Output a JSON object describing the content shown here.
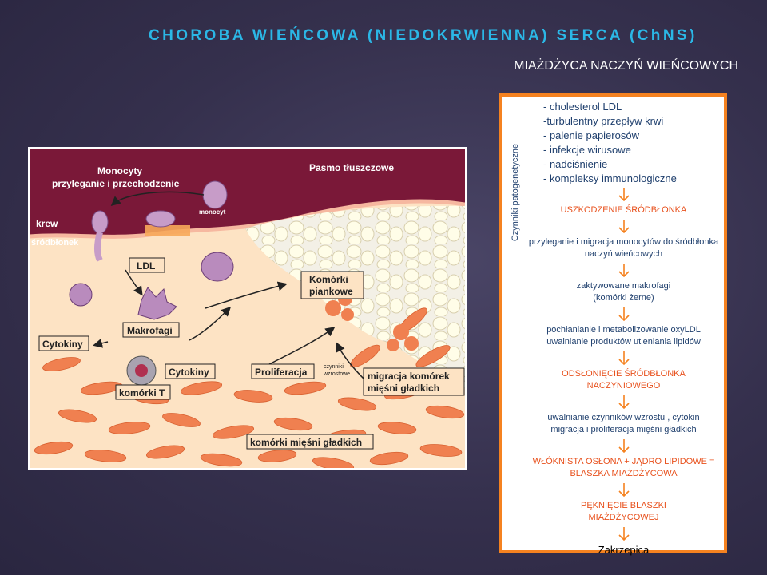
{
  "header": {
    "title": "CHOROBA WIEŃCOWA (NIEDOKRWIENNA) SERCA (ChNS)",
    "subtitle": "MIAŻDŻYCA NACZYŃ WIEŃCOWYCH"
  },
  "illustration": {
    "labels": {
      "monocytes": [
        "Monocyty",
        "przyleganie i przechodzenie"
      ],
      "fatty_streak": "Pasmo tłuszczowe",
      "monocyte": "monocyt",
      "blood": "krew",
      "endothelium": "śródbłonek",
      "ldl": "LDL",
      "foam_cells": [
        "Komórki",
        "piankowe"
      ],
      "macrophages": "Makrofagi",
      "cytokines_left": "Cytokiny",
      "cytokines_right": "Cytokiny",
      "t_cells": "komórki T",
      "proliferation": "Proliferacja",
      "growth_factors": [
        "czynniki",
        "wzrostowe"
      ],
      "migration": [
        "migracja komórek",
        "mięśni gładkich"
      ],
      "smooth_muscle": "komórki mięśni gładkich"
    }
  },
  "factors_panel": {
    "vertical_label": "Czynniki patogenetyczne",
    "risk_factors": [
      "- cholesterol LDL",
      "-turbulentny przepływ krwi",
      "- palenie papierosów",
      "- infekcje wirusowe",
      "- nadciśnienie",
      "- kompleksy immunologiczne"
    ],
    "steps": [
      {
        "lines": [
          "USZKODZENIE ŚRÓDBŁONKA"
        ],
        "highlight": true
      },
      {
        "lines": [
          "przyleganie i migracja monocytów do śródbłonka",
          "naczyń wieńcowych"
        ],
        "highlight": false
      },
      {
        "lines": [
          "zaktywowane makrofagi",
          "(komórki żerne)"
        ],
        "highlight": false
      },
      {
        "lines": [
          "pochłanianie i metabolizowanie oxyLDL",
          "uwalnianie produktów utleniania lipidów"
        ],
        "highlight": false
      },
      {
        "lines": [
          "ODSŁONIĘCIE ŚRÓDBŁONKA NACZYNIOWEGO"
        ],
        "highlight": true
      },
      {
        "lines": [
          "uwalnianie czynników wzrostu , cytokin",
          "migracja i proliferacja mięśni gładkich"
        ],
        "highlight": false
      },
      {
        "lines": [
          "WŁÓKNISTA OSŁONA + JĄDRO LIPIDOWE =",
          "BLASZKA MIAŻDŻYCOWA"
        ],
        "highlight": true
      },
      {
        "lines": [
          "PĘKNIĘCIE BLASZKI",
          "MIAŻDŻYCOWEJ"
        ],
        "highlight": true
      }
    ],
    "final_step": "Zakrzepica"
  },
  "colors": {
    "title": "#2bb7e6",
    "accent_orange": "#f58220",
    "step_highlight": "#e8511d",
    "step_text": "#20406e",
    "blood": "#7a1838",
    "tissue": "#fde3c4"
  }
}
